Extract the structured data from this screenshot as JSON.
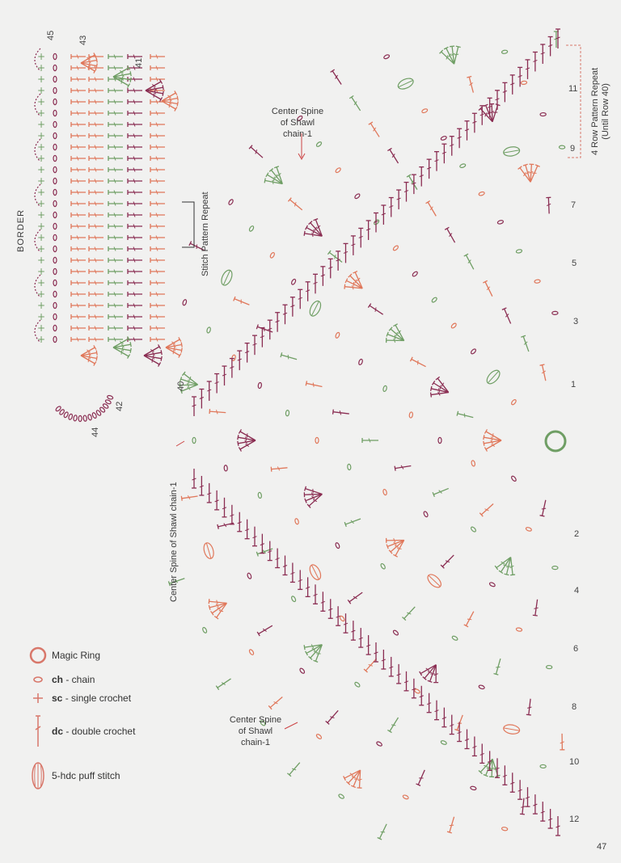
{
  "colors": {
    "purple": "#8a2d52",
    "orange": "#e0775a",
    "green": "#6f9e64",
    "text": "#3a3a3a"
  },
  "labels": {
    "border": "BORDER",
    "stitch_repeat": "Stitch Pattern Repeat",
    "center_spine_top": [
      "Center Spine",
      "of Shawl",
      "chain-1"
    ],
    "center_spine_middle": "Center Spine of Shawl chain-1",
    "center_spine_bottom": [
      "Center Spine",
      "of Shawl",
      "chain-1"
    ],
    "row_repeat_line1": "4 Row Pattern Repeat",
    "row_repeat_line2": "(Until Row 40)"
  },
  "row_numbers_right": [
    "11",
    "9",
    "7",
    "5",
    "3",
    "1",
    "2",
    "4",
    "6",
    "8",
    "10",
    "12"
  ],
  "border_row_numbers": [
    "45",
    "43",
    "41",
    "40",
    "42",
    "44"
  ],
  "legend": [
    {
      "icon": "magic-ring-icon",
      "abbr": "",
      "label": "Magic Ring"
    },
    {
      "icon": "chain-icon",
      "abbr": "ch",
      "label": " - chain"
    },
    {
      "icon": "single-crochet-icon",
      "abbr": "sc",
      "label": " - single crochet"
    },
    {
      "icon": "double-crochet-icon",
      "abbr": "dc",
      "label": " - double crochet"
    },
    {
      "icon": "puff-stitch-icon",
      "abbr": "",
      "label": "5-hdc puff stitch"
    }
  ],
  "page_number": "47"
}
